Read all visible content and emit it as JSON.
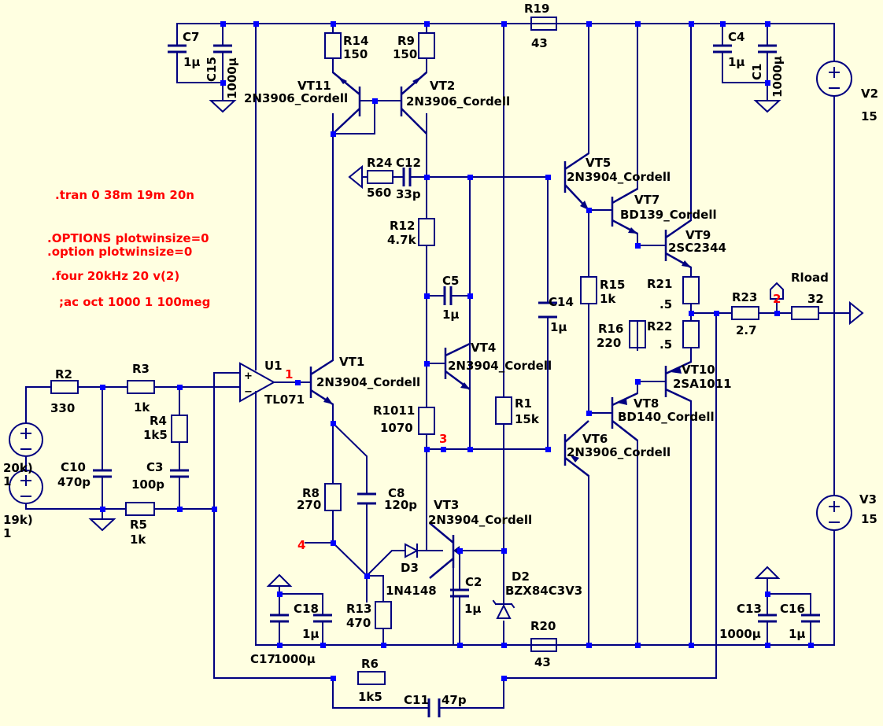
{
  "colors": {
    "background": "#ffffe1",
    "wire": "#000080",
    "junction": "#0000ff",
    "text": "#000000",
    "directive": "#ff0000"
  },
  "directives": {
    "tran": ".tran 0 38m 19m 20n",
    "options1": ".OPTIONS plotwinsize=0",
    "options2": ".option plotwinsize=0",
    "four": ".four 20kHz 20 v(2)",
    "ac": ";ac oct 1000 1 100meg"
  },
  "resistors": {
    "R1": {
      "name": "R1",
      "value": "15k"
    },
    "R2": {
      "name": "R2",
      "value": "330"
    },
    "R3": {
      "name": "R3",
      "value": "1k"
    },
    "R4": {
      "name": "R4",
      "value": "1k5"
    },
    "R5": {
      "name": "R5",
      "value": "1k"
    },
    "R6": {
      "name": "R6",
      "value": "1k5"
    },
    "R8": {
      "name": "R8",
      "value": "270"
    },
    "R9": {
      "name": "R9",
      "value": "150"
    },
    "R12": {
      "name": "R12",
      "value": "4.7k"
    },
    "R13": {
      "name": "R13",
      "value": "470"
    },
    "R14": {
      "name": "R14",
      "value": "150"
    },
    "R15": {
      "name": "R15",
      "value": "1k"
    },
    "R16": {
      "name": "R16",
      "value": "220"
    },
    "R19": {
      "name": "R19",
      "value": "43"
    },
    "R20": {
      "name": "R20",
      "value": "43"
    },
    "R21": {
      "name": "R21",
      "value": ".5"
    },
    "R22": {
      "name": "R22",
      "value": ".5"
    },
    "R23": {
      "name": "R23",
      "value": "2.7"
    },
    "R24": {
      "name": "R24",
      "value": "560"
    },
    "R1011": {
      "name": "R1011",
      "value": "1070"
    },
    "Rload": {
      "name": "Rload",
      "value": "32"
    }
  },
  "capacitors": {
    "C1": {
      "name": "C1",
      "value": "1000µ"
    },
    "C2": {
      "name": "C2",
      "value": "1µ"
    },
    "C3": {
      "name": "C3",
      "value": "100p"
    },
    "C4": {
      "name": "C4",
      "value": "1µ"
    },
    "C5": {
      "name": "C5",
      "value": "1µ"
    },
    "C7": {
      "name": "C7",
      "value": "1µ"
    },
    "C8": {
      "name": "C8",
      "value": "120p"
    },
    "C10": {
      "name": "C10",
      "value": "470p"
    },
    "C11": {
      "name": "C11",
      "value": "47p"
    },
    "C12": {
      "name": "C12",
      "value": "33p"
    },
    "C13": {
      "name": "C13",
      "value": "1000µ"
    },
    "C14": {
      "name": "C14",
      "value": "1µ"
    },
    "C15": {
      "name": "C15",
      "value": "1000µ"
    },
    "C16": {
      "name": "C16",
      "value": "1µ"
    },
    "C17": {
      "name": "C17",
      "value": "1000µ"
    },
    "C18": {
      "name": "C18",
      "value": "1µ"
    }
  },
  "transistors": {
    "VT1": {
      "name": "VT1",
      "model": "2N3904_Cordell"
    },
    "VT2": {
      "name": "VT2",
      "model": "2N3906_Cordell"
    },
    "VT3": {
      "name": "VT3",
      "model": "2N3904_Cordell"
    },
    "VT4": {
      "name": "VT4",
      "model": "2N3904_Cordell"
    },
    "VT5": {
      "name": "VT5",
      "model": "2N3904_Cordell"
    },
    "VT6": {
      "name": "VT6",
      "model": "2N3906_Cordell"
    },
    "VT7": {
      "name": "VT7",
      "model": "BD139_Cordell"
    },
    "VT8": {
      "name": "VT8",
      "model": "BD140_Cordell"
    },
    "VT9": {
      "name": "VT9",
      "model": "2SC2344"
    },
    "VT10": {
      "name": "VT10",
      "model": "2SA1011"
    },
    "VT11": {
      "name": "VT11",
      "model": "2N3906_Cordell"
    }
  },
  "diodes": {
    "D2": {
      "name": "D2",
      "model": "BZX84C3V3"
    },
    "D3": {
      "name": "D3",
      "model": "1N4148"
    }
  },
  "opamp": {
    "name": "U1",
    "model": "TL071"
  },
  "sources": {
    "V2": {
      "name": "V2",
      "value": "15"
    },
    "V3": {
      "name": "V3",
      "value": "15"
    },
    "Vin_a": "20k)",
    "Vin_a2": "1",
    "Vin_b": "19k)",
    "Vin_b2": "1"
  },
  "nodes": {
    "n1": "1",
    "n2": "2",
    "n3": "3",
    "n4": "4"
  }
}
